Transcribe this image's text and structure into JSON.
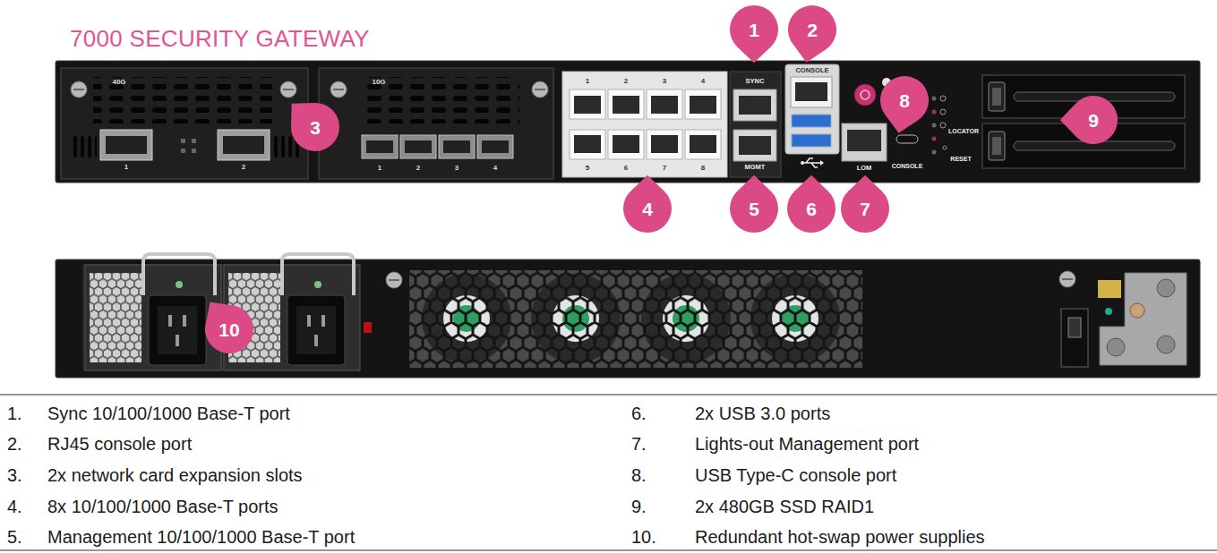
{
  "diagram": {
    "title": "7000 SECURITY GATEWAY",
    "nodes": [
      {
        "text": [
          "1"
        ]
      },
      {
        "text": [
          "2"
        ]
      },
      {
        "text": [
          "3"
        ]
      },
      {
        "text": [
          "4"
        ]
      },
      {
        "text": [
          "5"
        ]
      },
      {
        "text": [
          "6"
        ]
      },
      {
        "text": [
          "7"
        ]
      },
      {
        "text": [
          "8"
        ]
      },
      {
        "text": [
          "9"
        ]
      },
      {
        "text": [
          "10"
        ]
      }
    ],
    "labels": [
      "40G",
      "1",
      "2",
      "10G",
      "1",
      "2",
      "3",
      "4",
      "1",
      "2",
      "3",
      "4",
      "5",
      "6",
      "7",
      "8",
      "SYNC",
      "CONSOLE",
      "MGMT",
      "LOM",
      "CONSOLE",
      "LOCATOR",
      "RESET",
      "1.",
      "Sync 10/100/1000 Base-T port",
      "2.",
      "RJ45 console port",
      "3.",
      "2x network card expansion slots",
      "4.",
      "8x 10/100/1000 Base-T ports",
      "5.",
      "Management 10/100/1000 Base-T port",
      "6.",
      "2x USB 3.0 ports",
      "7.",
      "Lights-out Management port",
      "8.",
      "USB Type-C console port",
      "9.",
      "2x 480GB SSD RAID1",
      "10.",
      "Redundant hot-swap power supplies"
    ]
  }
}
